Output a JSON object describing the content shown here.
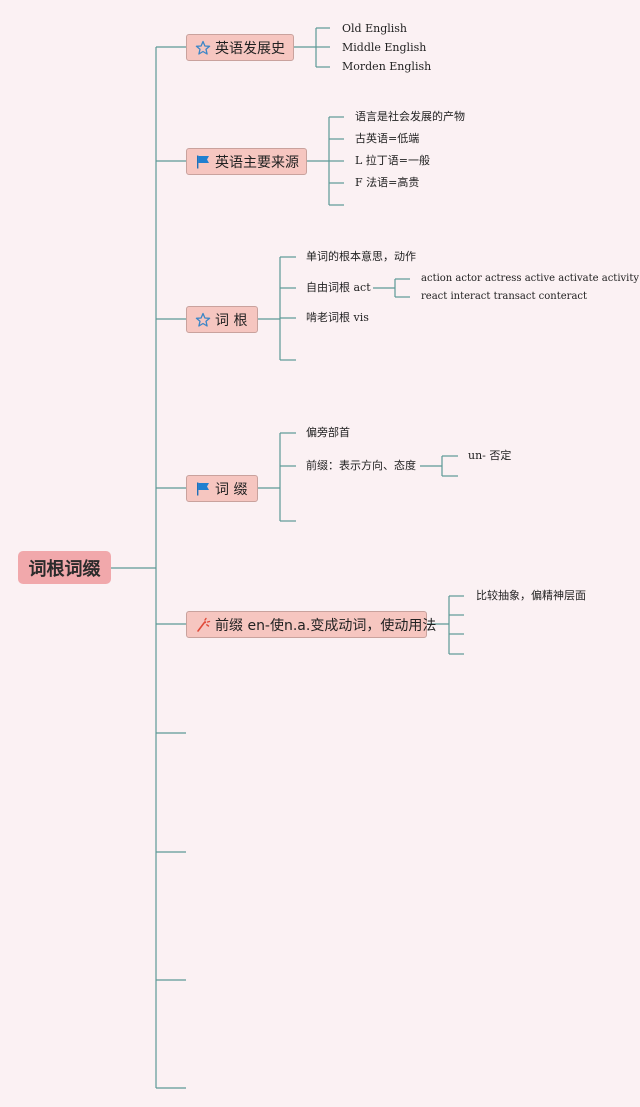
{
  "root": {
    "label": "词根词缀"
  },
  "branches": [
    {
      "label": "英语发展史",
      "icon": "star-outline-icon",
      "children": [
        "Old English",
        "Middle English",
        "Morden English"
      ]
    },
    {
      "label": "英语主要来源",
      "icon": "blue-flag-icon",
      "children": [
        "语言是社会发展的产物",
        "古英语=低端",
        "L 拉丁语=一般",
        "F 法语=高贵"
      ]
    },
    {
      "label": "词 根",
      "icon": "star-outline-icon",
      "children": [
        "单词的根本意思，动作",
        "自由词根 act",
        "啃老词根 vis"
      ],
      "grandchildren": [
        "action actor actress active activate activity",
        "react interact transact conteract"
      ]
    },
    {
      "label": "词 缀",
      "icon": "blue-flag-icon",
      "children": [
        "偏旁部首",
        "前缀：表示方向、态度"
      ],
      "grandchildren": [
        "un- 否定"
      ]
    },
    {
      "label": "前缀 en-使n.a.变成动词，使动用法",
      "icon": "red-sparkle-icon",
      "children": [
        "比较抽象，偏精神层面"
      ]
    }
  ],
  "colors": {
    "line": "#5c9a96",
    "root": "#f1a8ab",
    "topic": "#f6c6c0",
    "background": "#fbf1f3"
  }
}
